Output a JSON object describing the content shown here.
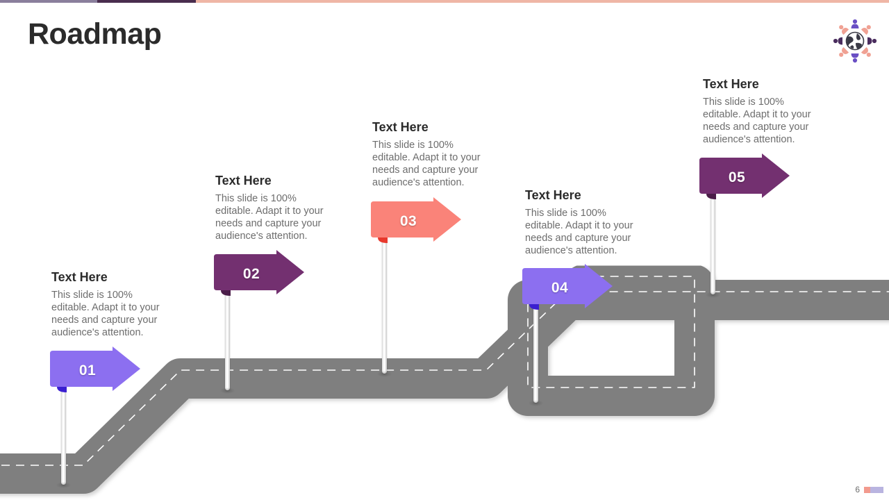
{
  "slide": {
    "title": "Roadmap",
    "page_number": "6",
    "accent_colors": {
      "violet": "#8c6ff0",
      "violet_dark_tab": "#3b1fd0",
      "purple": "#733070",
      "purple_dark_tab": "#4a1d48",
      "salmon": "#fa8379",
      "salmon_dark_tab": "#e8392d",
      "road_gray": "#7f7f7f",
      "title_black": "#2b2b2b",
      "body_gray": "#6d6d6d"
    },
    "top_rule": {
      "segment_1_color": "#8a7f9c",
      "segment_2_color": "#4a2d4e",
      "segment_3_color": "#efb6a6"
    },
    "logo": {
      "name": "globe-people-logo",
      "description": "Globe encircled by people icons"
    },
    "footer": {
      "bar_color_left": "#f29a8e",
      "bar_color_right": "#b9b4e0"
    }
  },
  "milestones": [
    {
      "number": "01",
      "heading": "Text Here",
      "body": "This slide is 100% editable. Adapt it to your needs and capture your audience's attention.",
      "color": "#8c6ff0",
      "tab_color": "#3b1fd0"
    },
    {
      "number": "02",
      "heading": "Text Here",
      "body": "This slide is 100% editable. Adapt it to your needs and capture your audience's attention.",
      "color": "#733070",
      "tab_color": "#4a1d48"
    },
    {
      "number": "03",
      "heading": "Text Here",
      "body": "This slide is 100% editable. Adapt it to your needs and capture your audience's attention.",
      "color": "#fa8379",
      "tab_color": "#e8392d"
    },
    {
      "number": "04",
      "heading": "Text Here",
      "body": "This slide is 100% editable. Adapt it to your needs and capture your audience's attention.",
      "color": "#8c6ff0",
      "tab_color": "#3b1fd0"
    },
    {
      "number": "05",
      "heading": "Text Here",
      "body": "This slide is 100% editable. Adapt it to your needs and capture your audience's attention.",
      "color": "#733070",
      "tab_color": "#4a1d48"
    }
  ]
}
